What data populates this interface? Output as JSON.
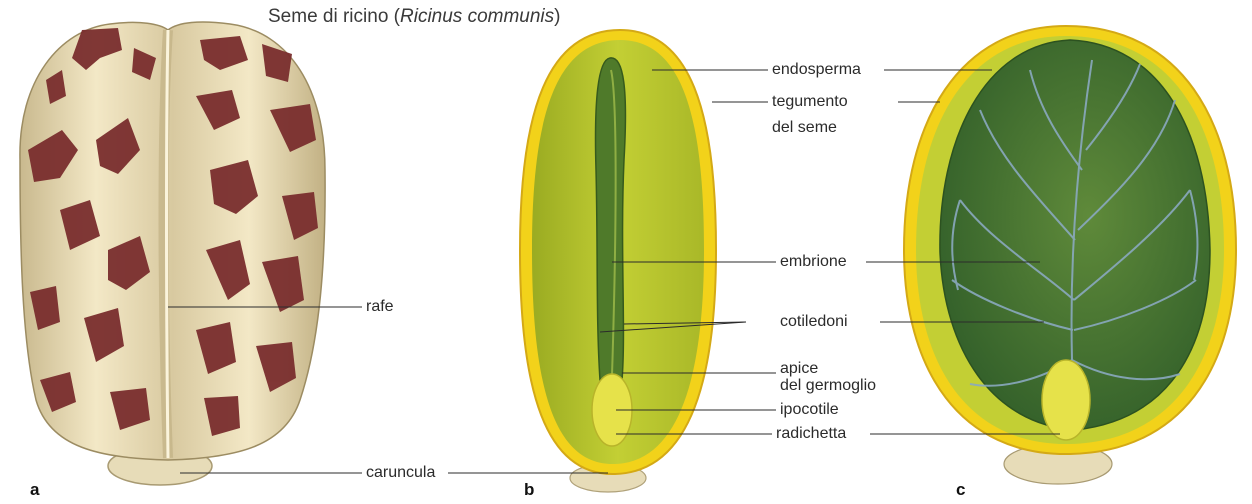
{
  "title": {
    "prefix": "Seme di ricino (",
    "species": "Ricinus communis",
    "suffix": ")"
  },
  "panels": {
    "a": "a",
    "b": "b",
    "c": "c"
  },
  "labels": {
    "rafe": "rafe",
    "caruncula": "caruncula",
    "endosperma": "endosperma",
    "tegumento_1": "tegumento",
    "tegumento_2": "del seme",
    "embrione": "embrione",
    "cotiledoni": "cotiledoni",
    "apice_1": "apice",
    "apice_2": "del germoglio",
    "ipocotile": "ipocotile",
    "radichetta": "radichetta"
  },
  "colors": {
    "seed_coat_light": "#efe2bd",
    "seed_spots": "#7a2e2e",
    "endosperm": "#b9c630",
    "tegument": "#f2d21a",
    "embryo": "#4f7a2a",
    "cotyledon_dark": "#3f6e2e",
    "veins": "#7e9bb0",
    "radicle": "#e6e24a"
  }
}
